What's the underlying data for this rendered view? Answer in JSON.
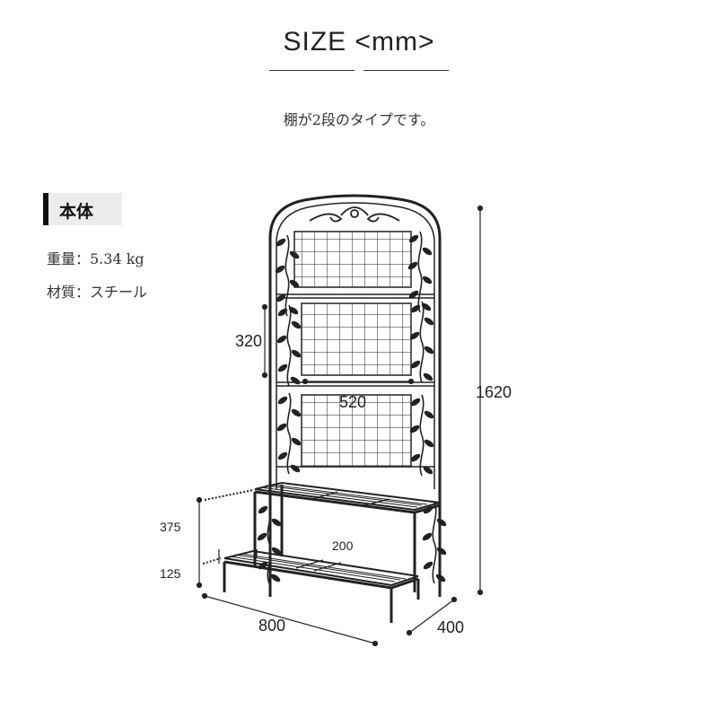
{
  "header": {
    "title": "SIZE <mm>",
    "subtitle": "棚が2段のタイプです。"
  },
  "specs": {
    "section_label": "本体",
    "weight": "重量：5.34 kg",
    "material": "材質：スチール"
  },
  "dimensions": {
    "panel_height": "320",
    "panel_width": "520",
    "total_height": "1620",
    "upper_shelf_height": "375",
    "lower_shelf_height": "125",
    "shelf_depth": "200",
    "width": "800",
    "depth": "400"
  }
}
